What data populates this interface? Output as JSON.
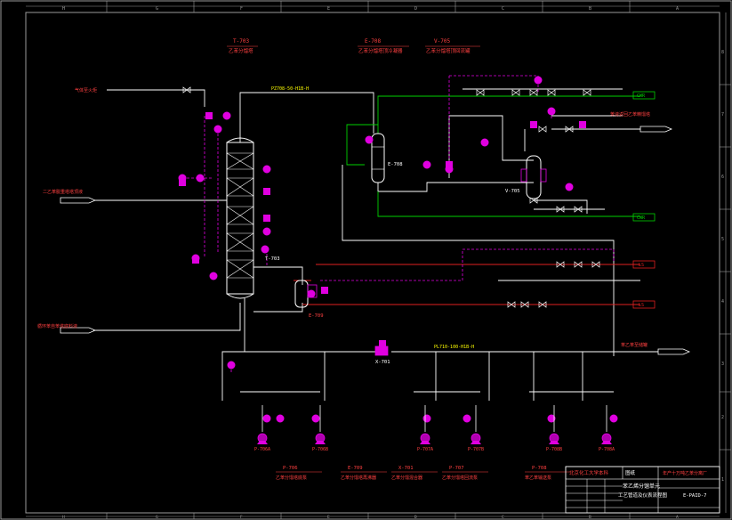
{
  "colors": {
    "background": "#000000",
    "frame": "#9a9a9a",
    "process_line": "#ffffff",
    "green_line": "#00d000",
    "red_line": "#e02020",
    "magenta": "#e000e0",
    "label": "#ffffff",
    "red_label": "#ff4040",
    "yellow_label": "#ffff00"
  },
  "frame": {
    "top_letters": [
      "H",
      "G",
      "F",
      "E",
      "D",
      "C",
      "B",
      "A"
    ],
    "bottom_letters": [
      "H",
      "G",
      "F",
      "E",
      "D",
      "C",
      "B",
      "A"
    ],
    "right_numbers": [
      "8",
      "7",
      "6",
      "5",
      "4",
      "3",
      "2",
      "1"
    ]
  },
  "header_labels": [
    {
      "tag": "T-703",
      "desc": "乙苯分馏塔"
    },
    {
      "tag": "E-708",
      "desc": "乙苯分馏塔顶冷凝器"
    },
    {
      "tag": "V-705",
      "desc": "乙苯分馏塔顶回流罐"
    }
  ],
  "line_labels": {
    "top_pipe": "PZ708-50-H1B-H",
    "bottom_pipe": "PL710-100-H1B-H",
    "gas_in": "气体至火炬",
    "feed_in": "二乙苯脱重塔塔顶液",
    "bottom_in": "循环苯自苯塔底料液",
    "reflux_out": "苯液返回乙苯精馏塔",
    "product_out": "苯乙苯至储罐",
    "cw_out_top": "CWR",
    "cw_out_mid": "CWR",
    "ls_1": "LS",
    "ls_2": "LS"
  },
  "equipment_tags": {
    "column": "T-703",
    "condenser": "E-708",
    "drum": "V-705",
    "reboiler": "E-709",
    "mixer": "X-701",
    "pumps": [
      "P-706A",
      "P-706B",
      "P-707A",
      "P-707B",
      "P-708B",
      "P-708A"
    ]
  },
  "footer_labels": [
    {
      "tag": "P-706",
      "desc": "乙苯分馏塔底泵"
    },
    {
      "tag": "E-709",
      "desc": "乙苯分馏塔再沸器"
    },
    {
      "tag": "X-701",
      "desc": "乙苯分馏混合器"
    },
    {
      "tag": "P-707",
      "desc": "乙苯分馏塔回流泵"
    },
    {
      "tag": "P-708",
      "desc": "苯乙苯输送泵"
    }
  ],
  "title_block": {
    "org": "北京化工大学本科",
    "stage": "图纸",
    "project": "年产十万吨乙苯分离厂",
    "drawing_title_1": "苯乙烯分馏单元",
    "drawing_title_2": "工艺管道及仪表流程图",
    "drawing_no": "E-PAID-7"
  }
}
